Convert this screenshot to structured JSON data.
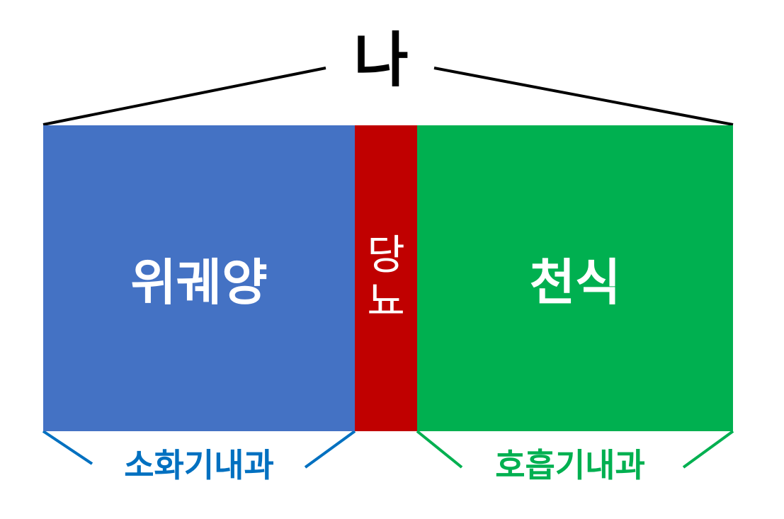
{
  "top_label": "나",
  "sections": {
    "left": {
      "label": "위궤양",
      "color": "#4472C4"
    },
    "middle": {
      "chars": [
        "당",
        "뇨"
      ],
      "color": "#C00000"
    },
    "right": {
      "label": "천식",
      "color": "#00B050"
    }
  },
  "groups": {
    "left": {
      "label": "소화기내과",
      "color": "#0070C0"
    },
    "right": {
      "label": "호흡기내과",
      "color": "#00B050"
    }
  }
}
